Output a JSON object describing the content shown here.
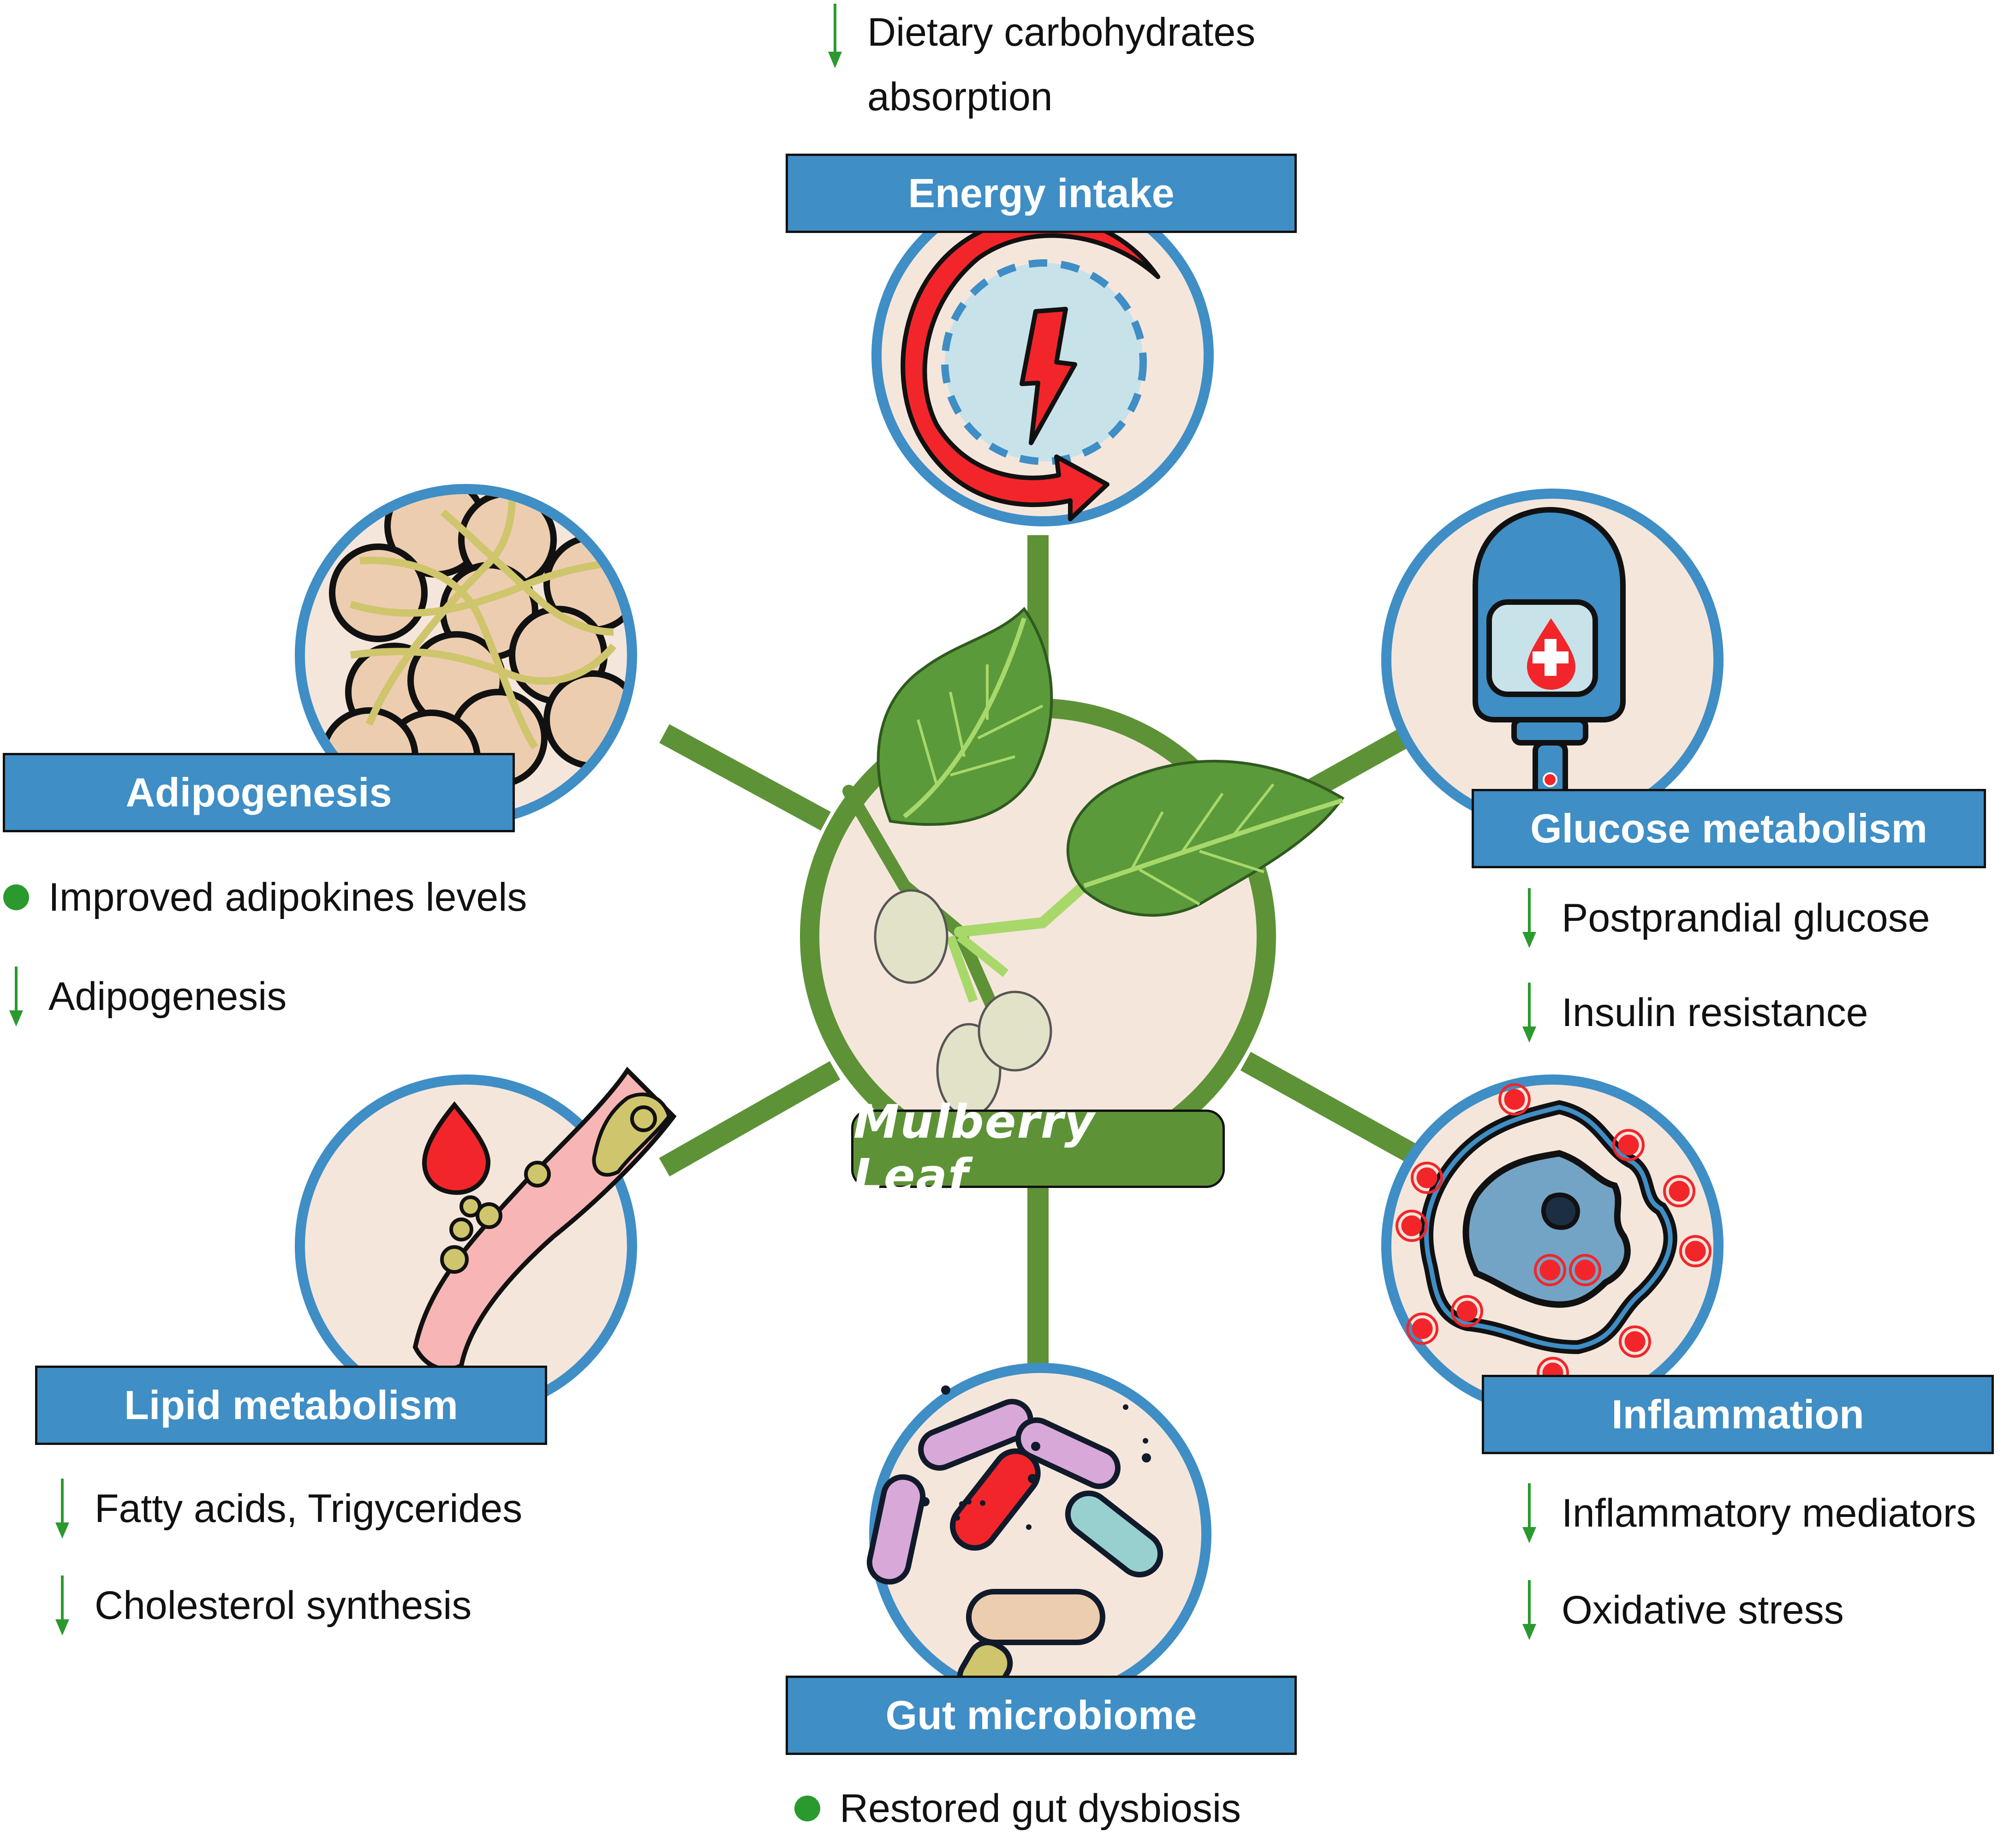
{
  "center": {
    "label": "Mulberry Leaf",
    "colors": {
      "ring": "#5e9237",
      "fill": "#f5e6dc",
      "leaf": "#5a9a3a",
      "vein": "#a8d86a",
      "fruit": "#e2e2c8"
    }
  },
  "node_colors": {
    "ring": "#3f8ec5",
    "fill": "#f5e6dc",
    "label_bg": "#3f8ec5",
    "connector": "#5e9237"
  },
  "indicator_colors": {
    "decrease_arrow": "#2b9a2e",
    "improve_dot": "#2b9a2e"
  },
  "nodes": [
    {
      "id": "energy-intake",
      "title": "Energy intake",
      "icon": "energy-cycle-lightning-icon",
      "effects": [
        {
          "indicator": "decrease",
          "text": "Dietary carbohydrates absorption",
          "lines": [
            "Dietary carbohydrates",
            "absorption"
          ]
        }
      ]
    },
    {
      "id": "glucose-metabolism",
      "title": "Glucose metabolism",
      "icon": "glucose-meter-icon",
      "effects": [
        {
          "indicator": "decrease",
          "text": "Postprandial glucose"
        },
        {
          "indicator": "decrease",
          "text": "Insulin resistance"
        }
      ]
    },
    {
      "id": "inflammation",
      "title": "Inflammation",
      "icon": "inflamed-cell-icon",
      "effects": [
        {
          "indicator": "decrease",
          "text": "Inflammatory mediators"
        },
        {
          "indicator": "decrease",
          "text": "Oxidative stress"
        }
      ]
    },
    {
      "id": "gut-microbiome",
      "title": "Gut microbiome",
      "icon": "bacteria-icon",
      "effects": [
        {
          "indicator": "improve",
          "text": "Restored gut dysbiosis"
        }
      ]
    },
    {
      "id": "lipid-metabolism",
      "title": "Lipid metabolism",
      "icon": "blood-vessel-lipid-icon",
      "effects": [
        {
          "indicator": "decrease",
          "text": "Fatty acids, Trigycerides"
        },
        {
          "indicator": "decrease",
          "text": "Cholesterol synthesis"
        }
      ]
    },
    {
      "id": "adipogenesis",
      "title": "Adipogenesis",
      "icon": "adipocytes-icon",
      "effects": [
        {
          "indicator": "improve",
          "text": "Improved adipokines levels"
        },
        {
          "indicator": "decrease",
          "text": "Adipogenesis"
        }
      ]
    }
  ]
}
